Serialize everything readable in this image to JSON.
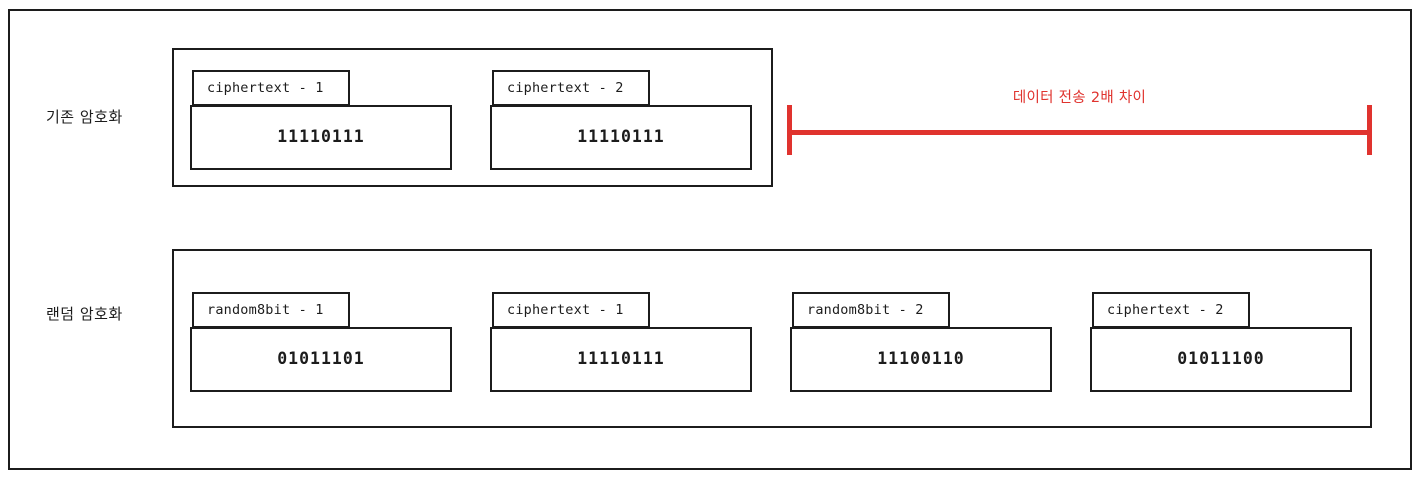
{
  "diagram": {
    "rows": [
      {
        "label": "기존 암호화",
        "packets": [
          {
            "tab": "ciphertext - 1",
            "value": "11110111"
          },
          {
            "tab": "ciphertext - 2",
            "value": "11110111"
          }
        ]
      },
      {
        "label": "랜덤 암호화",
        "packets": [
          {
            "tab": "random8bit - 1",
            "value": "01011101"
          },
          {
            "tab": "ciphertext - 1",
            "value": "11110111"
          },
          {
            "tab": "random8bit - 2",
            "value": "11100110"
          },
          {
            "tab": "ciphertext - 2",
            "value": "01011100"
          }
        ]
      }
    ],
    "annotation": {
      "text": "데이터 전송 2배 차이",
      "color": "#e0332e"
    },
    "border_color": "#1c1c1c"
  }
}
